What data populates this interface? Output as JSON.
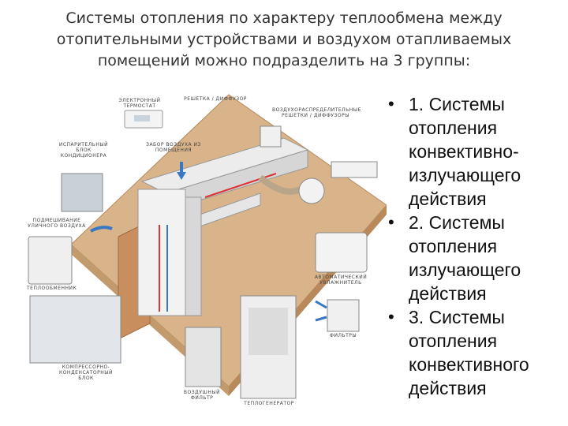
{
  "title": {
    "line1": "Системы отопления по характеру теплообмена между",
    "line2": "отопительными устройствами и воздухом отапливаемых",
    "line3": "помещений можно подразделить на 3 группы:"
  },
  "diagram_labels": {
    "thermostat": "Электронный термостат",
    "diffuser": "Решетка / диффузор",
    "distribution": "Воздухораспределительные решетки / диффузоры",
    "air_intake": "Забор воздуха из помещения",
    "fancoil": "Испарительный блок кондиционера",
    "outside_air": "Подмешивание уличного воздуха",
    "recuperator": "Теплообменник",
    "humidifier": "Автоматический увлажнитель",
    "filters": "Фильтры",
    "compressor": "Компрессорно-конденсаторный блок",
    "air_unit": "Воздушный фильтр",
    "generator": "Теплогенератор"
  },
  "bullets": [
    {
      "marker": "•",
      "lines": [
        "1. Системы",
        "отопления",
        "конвективно-",
        "излучающего",
        "действия"
      ]
    },
    {
      "marker": "•",
      "lines": [
        "2. Системы",
        "отопления",
        "излучающего",
        "действия"
      ]
    },
    {
      "marker": "•",
      "lines": [
        "3. Системы",
        "отопления",
        "конвективного",
        "действия"
      ]
    }
  ]
}
